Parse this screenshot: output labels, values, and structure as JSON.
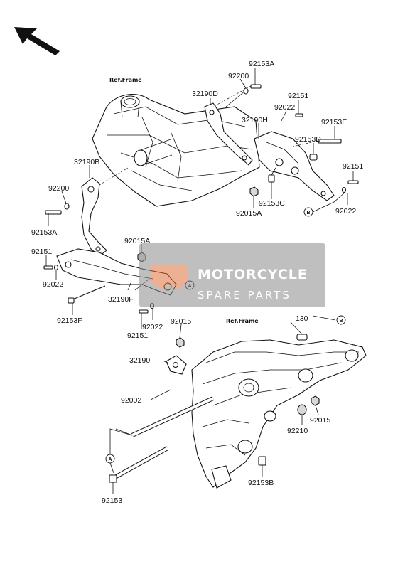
{
  "ref_labels": {
    "top": "Ref.Frame",
    "bottom": "Ref.Frame"
  },
  "watermark": {
    "line1": "MOTORCYCLE",
    "line2": "SPARE PARTS"
  },
  "circle_refs": {
    "a": "A",
    "b": "B"
  },
  "parts": {
    "p92153A_top": "92153A",
    "p92200_top": "92200",
    "p32190D": "32190D",
    "p92151_top": "92151",
    "p92022_top": "92022",
    "p32190H": "32190H",
    "p92153E": "92153E",
    "p92153D": "92153D",
    "p92151_right": "92151",
    "p92153C": "92153C",
    "p92015A_top": "92015A",
    "p92022_right": "92022",
    "p32190B": "32190B",
    "p92200_left": "92200",
    "p92153A_left": "92153A",
    "p92015A_mid": "92015A",
    "p92151_left": "92151",
    "p92022_left": "92022",
    "p92153F": "92153F",
    "p32190F": "32190F",
    "p92022_mid": "92022",
    "p92151_mid": "92151",
    "p92015_mid": "92015",
    "p130": "130",
    "p32190": "32190",
    "p92002": "92002",
    "p92210": "92210",
    "p92015_right": "92015",
    "p92153B": "92153B",
    "p92153": "92153"
  }
}
